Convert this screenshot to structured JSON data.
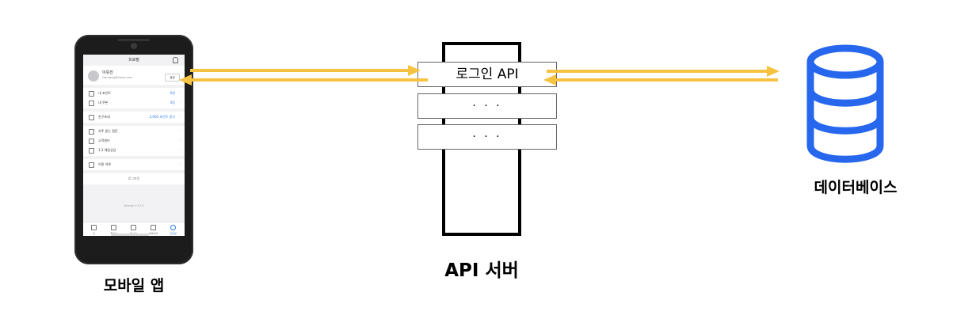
{
  "phone": {
    "header_title": "프로필",
    "user_name": "이유진",
    "user_email": "l3eudong@naver.com",
    "settings_button": "설정",
    "group1": [
      {
        "label": "내 포인트",
        "value": "0원"
      },
      {
        "label": "내 쿠폰",
        "value": "0장"
      }
    ],
    "group2": [
      {
        "label": "친구초대",
        "value": "2,000 포인트 받기"
      }
    ],
    "group3": [
      {
        "label": "자주 묻는 질문",
        "value": ""
      },
      {
        "label": "고객센터",
        "value": ""
      },
      {
        "label": "1:1 채팅상담",
        "value": ""
      }
    ],
    "group4": [
      {
        "label": "이용 약관",
        "value": ""
      }
    ],
    "logout": "로그아웃",
    "version": "Version 5.17.0",
    "tabs": [
      "홈",
      "좋아요",
      "메시지",
      "예약내역",
      "프로필"
    ]
  },
  "labels": {
    "mobile_app": "모바일 앱",
    "api_server": "API 서버",
    "database": "데이터베이스"
  },
  "server_blocks": [
    "로그인 API",
    "· · ·",
    "· · ·"
  ],
  "colors": {
    "arrow": "#F5C242",
    "database": "#2667EE",
    "server_border": "#000000"
  }
}
